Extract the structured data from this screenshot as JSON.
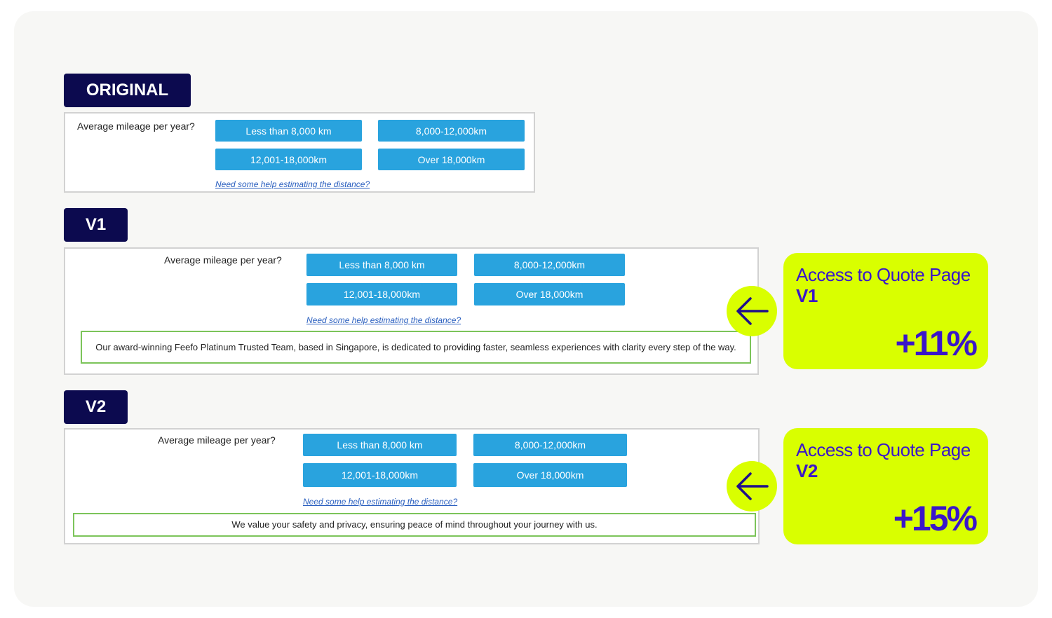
{
  "original": {
    "tag": "ORIGINAL",
    "question": "Average mileage per year?",
    "options": [
      "Less than 8,000 km",
      "8,000-12,000km",
      "12,001-18,000km",
      "Over 18,000km"
    ],
    "help_link": "Need some help estimating the distance?"
  },
  "v1": {
    "tag": "V1",
    "question": "Average mileage per year?",
    "options": [
      "Less than 8,000 km",
      "8,000-12,000km",
      "12,001-18,000km",
      "Over 18,000km"
    ],
    "help_link": "Need some help estimating the distance?",
    "trust_text": "Our award-winning Feefo Platinum Trusted Team, based in Singapore, is dedicated to providing faster, seamless experiences with clarity every step of the way.",
    "result": {
      "title": "Access to Quote Page",
      "version": "V1",
      "value": "+11%"
    }
  },
  "v2": {
    "tag": "V2",
    "question": "Average mileage per year?",
    "options": [
      "Less than 8,000 km",
      "8,000-12,000km",
      "12,001-18,000km",
      "Over 18,000km"
    ],
    "help_link": "Need some help estimating the distance?",
    "trust_text": "We value your safety and privacy, ensuring peace of mind throughout your journey with us.",
    "result": {
      "title": "Access to Quote Page",
      "version": "V2",
      "value": "+15%"
    }
  },
  "colors": {
    "tag_bg": "#0c0a4f",
    "option_bg": "#29a3de",
    "highlight": "#d9ff00",
    "result_text": "#3a16c9",
    "trust_border": "#7cc45a"
  },
  "icons": {
    "arrow": "arrow-left-icon"
  }
}
